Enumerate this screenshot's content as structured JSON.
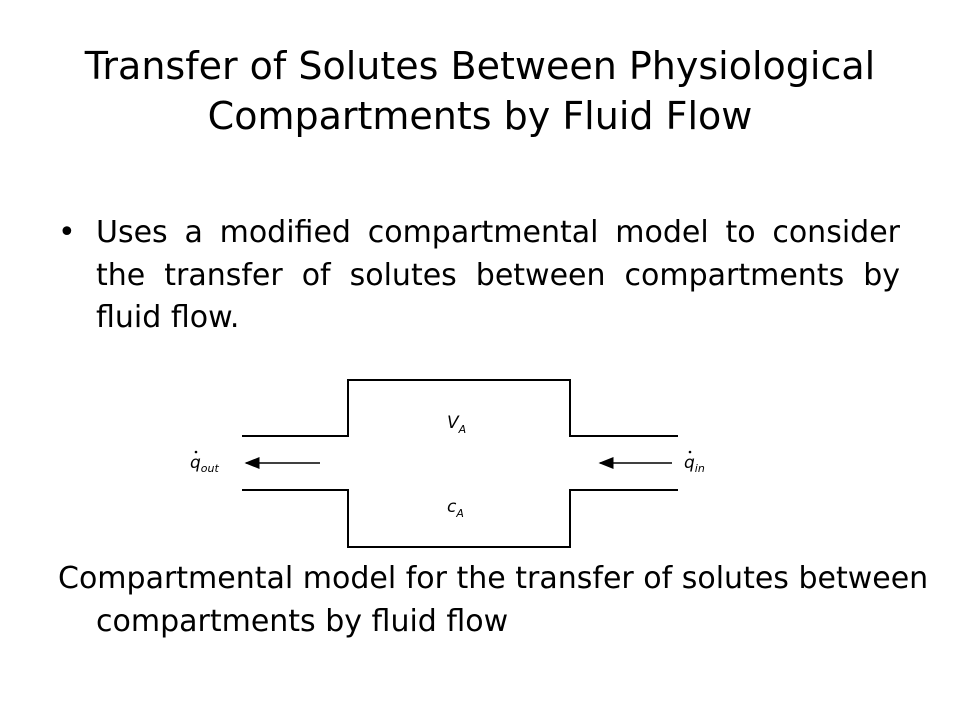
{
  "slide": {
    "title_line1": "Transfer of Solutes Between Physiological",
    "title_line2": "Compartments by Fluid Flow",
    "bullet": "Uses a modified compartmental model to consider the transfer of solutes between compartments by fluid flow.",
    "caption": "Compartmental model for the transfer of solutes between compartments by fluid flow"
  },
  "figure": {
    "volume_label": {
      "base": "V",
      "sub": "A"
    },
    "concentration_label": {
      "base": "c",
      "sub": "A"
    },
    "outflow_label": {
      "base": "q",
      "sub": "out"
    },
    "inflow_label": {
      "base": "q",
      "sub": "in"
    }
  }
}
